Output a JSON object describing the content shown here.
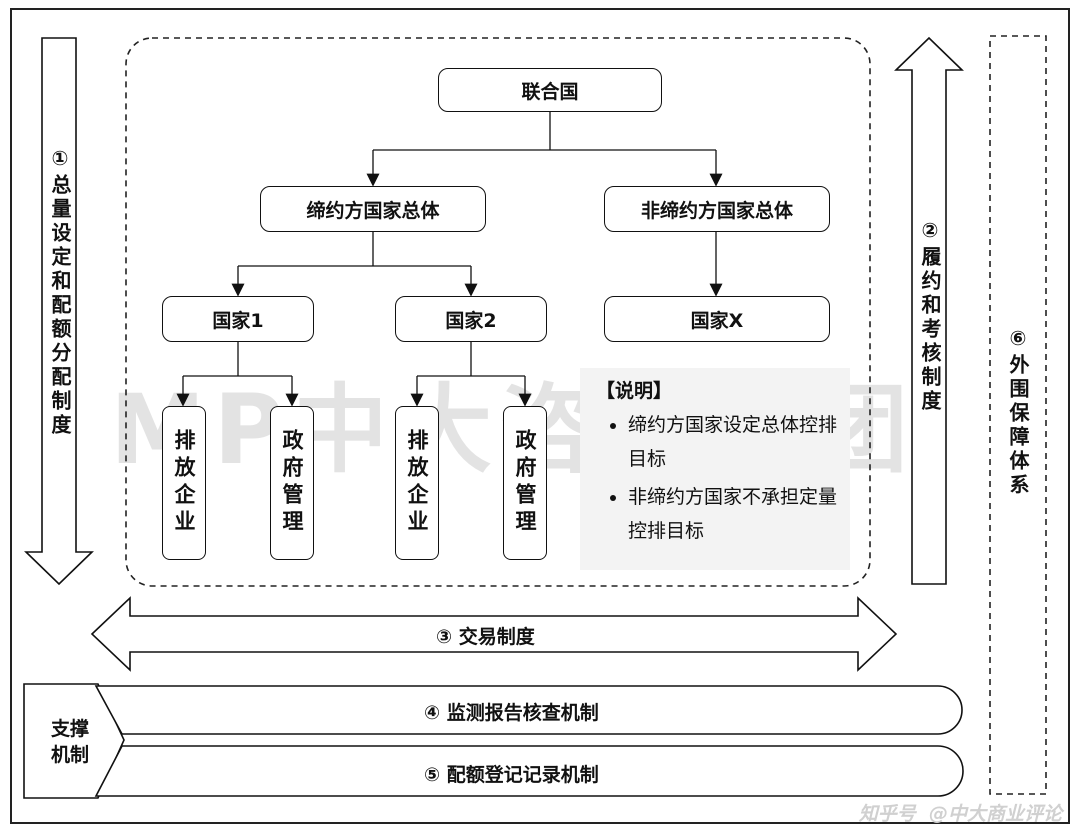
{
  "watermark": "MP中大咨询集团",
  "footer": "@中大商业评论",
  "footer_brand": "知乎号",
  "pillars": {
    "left": "①总量设定和配额分配制度",
    "right": "②履约和考核制度",
    "outer": "⑥外围保障体系"
  },
  "tree": {
    "root": "联合国",
    "parties": "缔约方国家总体",
    "non_parties": "非缔约方国家总体",
    "country1": "国家1",
    "country2": "国家2",
    "countryx": "国家X",
    "firm": "排放企业",
    "gov": "政府管理"
  },
  "notes": {
    "title": "【说明】",
    "items": [
      "缔约方国家设定总体控排目标",
      "非缔约方国家不承担定量控排目标"
    ]
  },
  "trading": "③ 交易制度",
  "support": {
    "label": "支撑机制",
    "mrv": "④ 监测报告核查机制",
    "registry": "⑤ 配额登记记录机制"
  }
}
